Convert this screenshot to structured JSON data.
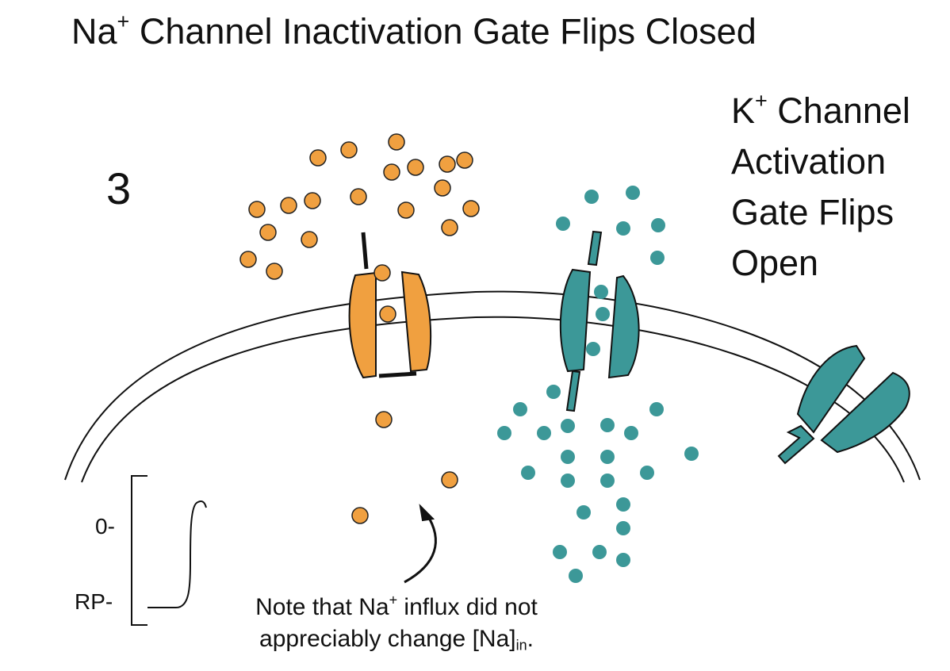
{
  "title": {
    "prefix": "Na",
    "sup": "+",
    "rest": " Channel Inactivation Gate Flips Closed"
  },
  "step_number": "3",
  "k_label": {
    "line1_prefix": "K",
    "line1_sup": "+",
    "line1_rest": " Channel",
    "line2": "Activation",
    "line3": "Gate Flips",
    "line4": "Open"
  },
  "graph": {
    "zero_label": "0-",
    "rp_label": "RP-"
  },
  "note": {
    "part1": "Note that Na",
    "sup": "+",
    "part2": " influx did not",
    "part3": "appreciably change [Na]",
    "sub": "in",
    "part4": "."
  },
  "colors": {
    "sodium": "#f0a040",
    "potassium": "#3c9898",
    "stroke": "#111111"
  }
}
